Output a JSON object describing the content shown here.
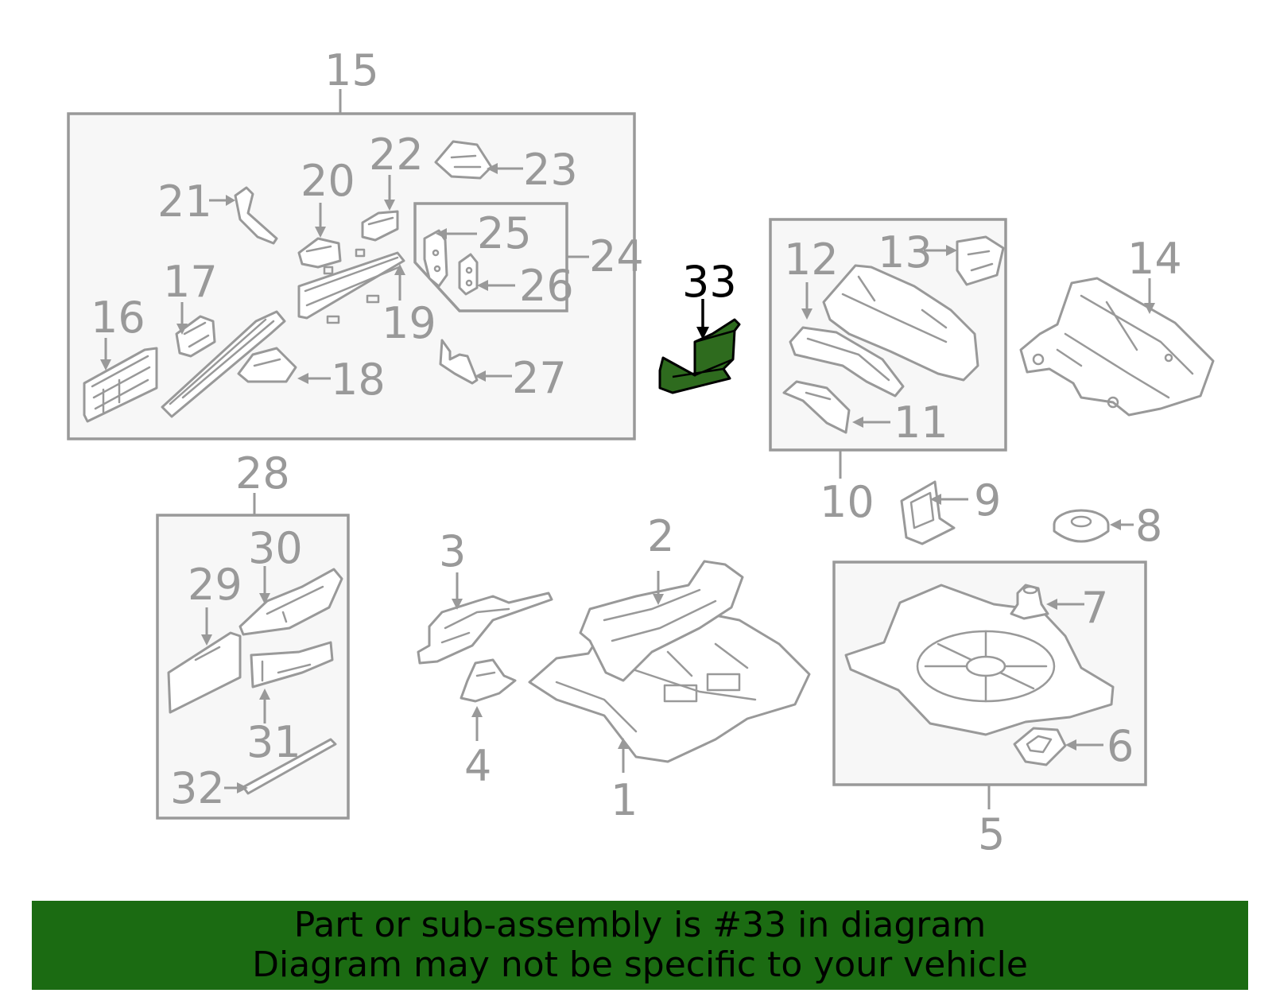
{
  "diagram": {
    "highlight_color": "#2e6b1e",
    "callouts": [
      "1",
      "2",
      "3",
      "4",
      "5",
      "6",
      "7",
      "8",
      "9",
      "10",
      "11",
      "12",
      "13",
      "14",
      "15",
      "16",
      "17",
      "18",
      "19",
      "20",
      "21",
      "22",
      "23",
      "24",
      "25",
      "26",
      "27",
      "28",
      "29",
      "30",
      "31",
      "32",
      "33"
    ],
    "highlighted_callout": "33"
  },
  "banner": {
    "line1": "Part or sub-assembly is #33 in diagram",
    "line2": "Diagram may not be specific to your vehicle",
    "background": "#1b6b12"
  }
}
